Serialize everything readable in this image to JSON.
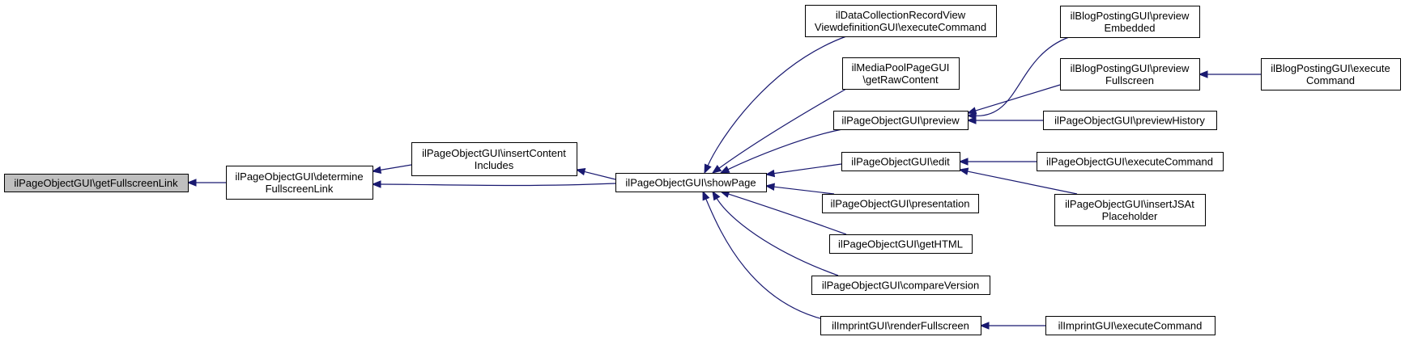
{
  "diagram": {
    "type": "call-graph",
    "colors": {
      "edge": "#191970",
      "root_fill": "#bfbfbf",
      "node_fill": "#ffffff",
      "node_border": "#000000"
    },
    "nodes": [
      {
        "id": "getFullscreenLink",
        "lines": [
          "ilPageObjectGUI\\getFullscreenLink"
        ],
        "root": true
      },
      {
        "id": "determineFullscreenLink",
        "lines": [
          "ilPageObjectGUI\\determine",
          "FullscreenLink"
        ]
      },
      {
        "id": "insertContentIncludes",
        "lines": [
          "ilPageObjectGUI\\insertContent",
          "Includes"
        ]
      },
      {
        "id": "showPage",
        "lines": [
          "ilPageObjectGUI\\showPage"
        ]
      },
      {
        "id": "dcRecordView",
        "lines": [
          "ilDataCollectionRecordView",
          "ViewdefinitionGUI\\executeCommand"
        ]
      },
      {
        "id": "mediaPool",
        "lines": [
          "ilMediaPoolPageGUI",
          "\\getRawContent"
        ]
      },
      {
        "id": "preview",
        "lines": [
          "ilPageObjectGUI\\preview"
        ]
      },
      {
        "id": "edit",
        "lines": [
          "ilPageObjectGUI\\edit"
        ]
      },
      {
        "id": "presentation",
        "lines": [
          "ilPageObjectGUI\\presentation"
        ]
      },
      {
        "id": "getHTML",
        "lines": [
          "ilPageObjectGUI\\getHTML"
        ]
      },
      {
        "id": "compareVersion",
        "lines": [
          "ilPageObjectGUI\\compareVersion"
        ]
      },
      {
        "id": "imprintRender",
        "lines": [
          "ilImprintGUI\\renderFullscreen"
        ]
      },
      {
        "id": "blogEmbedded",
        "lines": [
          "ilBlogPostingGUI\\preview",
          "Embedded"
        ]
      },
      {
        "id": "blogFullscreen",
        "lines": [
          "ilBlogPostingGUI\\preview",
          "Fullscreen"
        ]
      },
      {
        "id": "blogExecute",
        "lines": [
          "ilBlogPostingGUI\\execute",
          "Command"
        ]
      },
      {
        "id": "previewHistory",
        "lines": [
          "ilPageObjectGUI\\previewHistory"
        ]
      },
      {
        "id": "executeCommand",
        "lines": [
          "ilPageObjectGUI\\executeCommand"
        ]
      },
      {
        "id": "insertJSAt",
        "lines": [
          "ilPageObjectGUI\\insertJSAt",
          "Placeholder"
        ]
      },
      {
        "id": "imprintExecute",
        "lines": [
          "ilImprintGUI\\executeCommand"
        ]
      }
    ],
    "edges": [
      {
        "from": "determineFullscreenLink",
        "to": "getFullscreenLink"
      },
      {
        "from": "insertContentIncludes",
        "to": "determineFullscreenLink"
      },
      {
        "from": "showPage",
        "to": "determineFullscreenLink"
      },
      {
        "from": "showPage",
        "to": "insertContentIncludes"
      },
      {
        "from": "dcRecordView",
        "to": "showPage"
      },
      {
        "from": "mediaPool",
        "to": "showPage"
      },
      {
        "from": "preview",
        "to": "showPage"
      },
      {
        "from": "edit",
        "to": "showPage"
      },
      {
        "from": "presentation",
        "to": "showPage"
      },
      {
        "from": "getHTML",
        "to": "showPage"
      },
      {
        "from": "compareVersion",
        "to": "showPage"
      },
      {
        "from": "imprintRender",
        "to": "showPage"
      },
      {
        "from": "blogEmbedded",
        "to": "preview"
      },
      {
        "from": "blogFullscreen",
        "to": "preview"
      },
      {
        "from": "previewHistory",
        "to": "preview"
      },
      {
        "from": "blogExecute",
        "to": "blogFullscreen"
      },
      {
        "from": "executeCommand",
        "to": "edit"
      },
      {
        "from": "insertJSAt",
        "to": "edit"
      },
      {
        "from": "imprintExecute",
        "to": "imprintRender"
      }
    ]
  }
}
